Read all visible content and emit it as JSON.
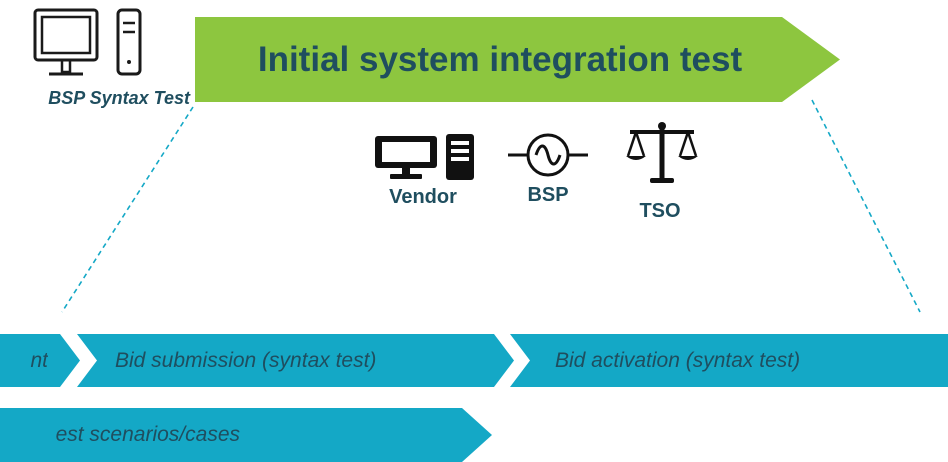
{
  "banner": {
    "title": "Initial system integration test"
  },
  "left_test": {
    "label": "BSP Syntax Test",
    "icon": "computer-tower-icon"
  },
  "actors": [
    {
      "label": "Vendor",
      "icon": "computer-tower-icon"
    },
    {
      "label": "BSP",
      "icon": "ac-source-icon"
    },
    {
      "label": "TSO",
      "icon": "scales-icon"
    }
  ],
  "steps": [
    {
      "label": "nt"
    },
    {
      "label": "Bid submission (syntax test)"
    },
    {
      "label": "Bid activation (syntax test)"
    }
  ],
  "bottom_bar": {
    "label": "est scenarios/cases"
  },
  "colors": {
    "banner_fill": "#8DC63F",
    "chevron_fill": "#14A8C6",
    "text_dark": "#1F4E5F",
    "dashed_line": "#14A8C6"
  }
}
